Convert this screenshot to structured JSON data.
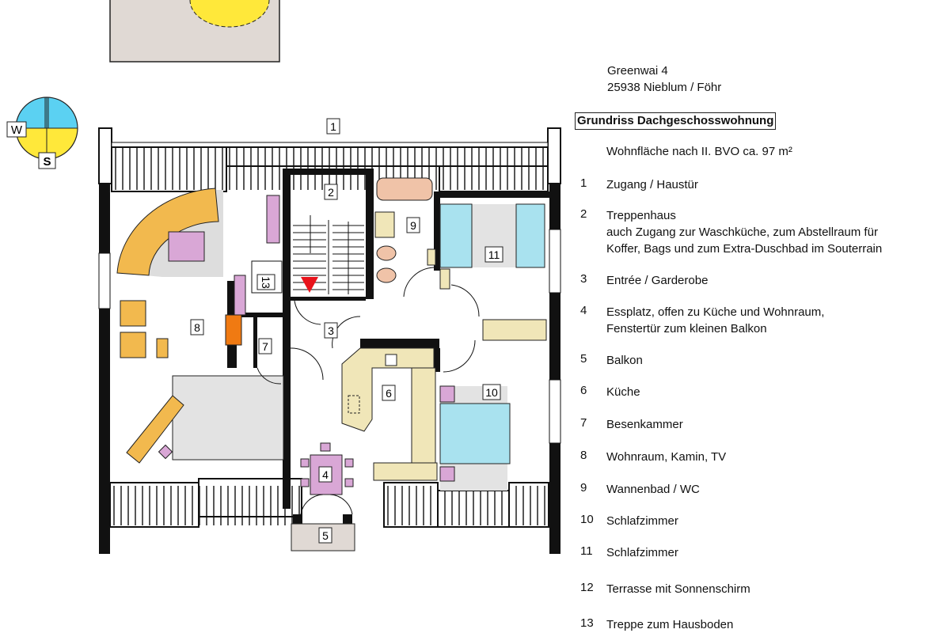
{
  "address": {
    "street": "Greenwai 4",
    "city": "25938 Nieblum / Föhr"
  },
  "title": "Grundriss Dachgeschosswohnung",
  "area": "Wohnfläche nach II. BVO ca. 97 m²",
  "compass": {
    "west": "W",
    "south": "S"
  },
  "legend": [
    {
      "num": "1",
      "lines": [
        "Zugang / Haustür"
      ]
    },
    {
      "num": "2",
      "lines": [
        "Treppenhaus",
        "auch Zugang zur Waschküche, zum Abstellraum für",
        "Koffer, Bags und zum Extra-Duschbad im Souterrain"
      ]
    },
    {
      "num": "3",
      "lines": [
        "Entrée / Garderobe"
      ]
    },
    {
      "num": "4",
      "lines": [
        "Essplatz, offen zu Küche und Wohnraum,",
        "Fenstertür zum kleinen Balkon"
      ]
    },
    {
      "num": "5",
      "lines": [
        "Balkon"
      ]
    },
    {
      "num": "6",
      "lines": [
        "Küche"
      ]
    },
    {
      "num": "7",
      "lines": [
        "Besenkammer"
      ]
    },
    {
      "num": "8",
      "lines": [
        "Wohnraum, Kamin, TV"
      ]
    },
    {
      "num": "9",
      "lines": [
        "Wannenbad / WC"
      ]
    },
    {
      "num": "10",
      "lines": [
        "Schlafzimmer"
      ]
    },
    {
      "num": "11",
      "lines": [
        "Schlafzimmer"
      ]
    },
    {
      "num": "12",
      "lines": [
        "Terrasse mit Sonnenschirm"
      ]
    },
    {
      "num": "13",
      "lines": [
        "Treppe zum Hausboden"
      ]
    }
  ],
  "colors": {
    "terrace": "#e0d9d4",
    "sun": "#ffe83a",
    "sofa": "#f2b94e",
    "purple": "#d9a7d6",
    "blue": "#a9e2ef",
    "cream": "#f0e6b8",
    "bath": "#f0c3a8",
    "fireplace": "#f07a12",
    "marker": "#e8131b"
  }
}
